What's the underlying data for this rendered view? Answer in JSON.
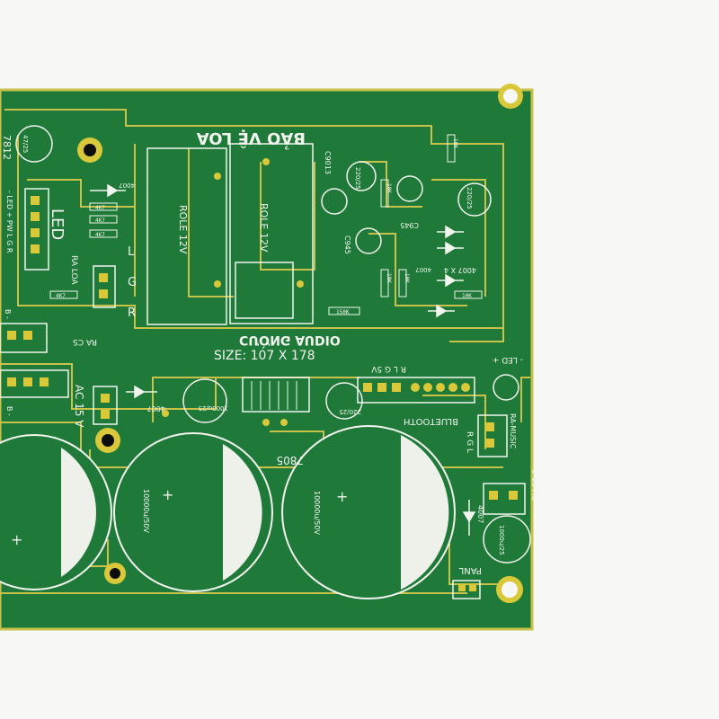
{
  "colors": {
    "board": "#1f7a3a",
    "board_dark": "#16632d",
    "trace": "#c9c24a",
    "silkscreen": "#f2f4ee",
    "pad": "#d9c93a",
    "hole": "#0d0d0d",
    "background": "#f7f7f5"
  },
  "labels": {
    "bao_ve_loa": "BẢO VỆ LOA",
    "cuong_audio": "CƯỜNG AUDIO",
    "size": "SIZE: 107 X 178",
    "role_1": "ROLE 12V",
    "role_2": "ROLE 12V",
    "reg_7812": "7812",
    "reg_7805": "7805",
    "led_pw": "- LED + PW L G R",
    "led_big": "LED",
    "ra_loa": "RA LOA",
    "lgr_l": "L",
    "lgr_g": "G",
    "lgr_r": "R",
    "ra_cs": "RA CS",
    "ac15v": "AC 15 V",
    "b_minus_1": "B -",
    "b_minus_2": "B -",
    "bluetooth": "BLUETOOTH",
    "ra_music": "RA-MUSIC",
    "lgr_side": "R G L",
    "rlg5v": "R L G 5V",
    "led_right": "- LED +",
    "ac15_right": "0 15 AC",
    "panl": "PANL",
    "c9013": "C9013",
    "c945_a": "C945",
    "c945_b": "C945",
    "d4007x4": "4007 X 4",
    "d4007_a": "4007",
    "d4007_b": "4007",
    "d4007_c": "4007",
    "d4007_d": "4007",
    "cap_47_25": "47/25",
    "cap_220_25_a": "220/25",
    "cap_220_25_b": "220/25",
    "cap_220_25_c": "220/25",
    "cap_1000_25_a": "1000u/25",
    "cap_1000_25_b": "1000u/25",
    "cap_big_1": "10000u/50V",
    "cap_big_2": "10000u/50V",
    "r_4k7_a": "4K7",
    "r_4k7_b": "4K7",
    "r_4k7_c": "4K7",
    "r_4k7_d": "4K7",
    "r_10k_a": "10K",
    "r_10k_b": "10K",
    "r_10k_c": "10K",
    "r_10k_d": "10K",
    "r_10k_e": "10K",
    "r_150k": "150K",
    "plus_1": "+",
    "plus_2": "+",
    "plus_3": "+"
  }
}
